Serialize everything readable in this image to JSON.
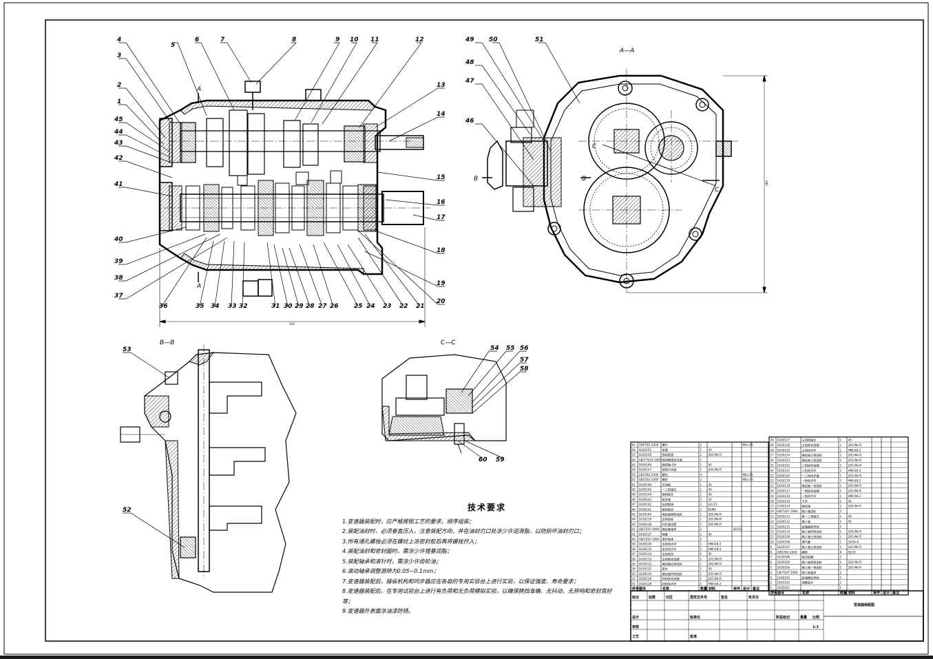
{
  "views": {
    "section_aa": "A—A",
    "section_bb": "B—B",
    "section_cc": "C—C",
    "cut_a": "A",
    "cut_b": "B",
    "cut_c": "C"
  },
  "dims": {
    "overall_length": "340",
    "height_aa": "380"
  },
  "callouts_main": {
    "top": [
      "4",
      "5",
      "6",
      "7",
      "8",
      "9",
      "10",
      "11",
      "12"
    ],
    "left": [
      "3",
      "2",
      "1",
      "45",
      "44",
      "43",
      "42",
      "41",
      "40",
      "39",
      "38",
      "37"
    ],
    "right": [
      "13",
      "14",
      "15",
      "16",
      "17",
      "18",
      "19",
      "20"
    ],
    "bottom": [
      "36",
      "35",
      "34",
      "33",
      "32",
      "31",
      "30",
      "29",
      "28",
      "27",
      "26",
      "25",
      "24",
      "23",
      "22",
      "21"
    ]
  },
  "callouts_aa": [
    "49",
    "50",
    "51",
    "48",
    "47",
    "46"
  ],
  "callouts_bb": [
    "53",
    "52"
  ],
  "callouts_cc": [
    "54",
    "55",
    "56",
    "57",
    "58",
    "60",
    "59"
  ],
  "tech": {
    "title": "技术要求",
    "lines": [
      "1.变速器装配时，应严格按照工艺的要求，顺序组装；",
      "2.装配油封时，必须垂直压入，注意装配方向，并在油封刃口处涂少许润滑脂，以防损坏油封刃口；",
      "3.所有通孔螺栓必须在螺纹上涂密封胶后再将螺栓拧入；",
      "4.装配油封和密封圈时，需涂少许锂基润脂；",
      "5.装配轴承和滚针时，需涂少许齿轮油；",
      "6.滚动轴承调整游隙为0.05~0.1mm；",
      "7.变速器装配后，操纵机构和同步器应在各自的专用实验台上进行实验，以保证强度、寿命要求；",
      "8.变速器装配后，在专用试验台上进行有负荷和无负荷模拟实验，以确保换挡准确、无抖动、无异响和密封良好等；",
      "9.变速器外表面涂油漆防锈。"
    ]
  },
  "bom_left": [
    [
      "61",
      "GB5782-2000",
      "螺钉",
      "1",
      "",
      "",
      "M6×25"
    ],
    [
      "58",
      "1630151",
      "垫圈",
      "1",
      "45",
      "",
      ""
    ],
    [
      "57",
      "1630150",
      "钢球套筒",
      "1",
      "20CrMnTi",
      "",
      ""
    ],
    [
      "56",
      "GB/T7919-1997",
      "钢球套筒定位销",
      "1",
      "",
      "",
      ""
    ],
    [
      "55",
      "1630149",
      "钢球轴卡环",
      "1",
      "45",
      "",
      ""
    ],
    [
      "54",
      "1630147",
      "钢球中间轴",
      "1",
      "20CrMnTi",
      "",
      ""
    ],
    [
      "53",
      "GB5782-2000",
      "螺栓",
      "4",
      "",
      "",
      "M8×25"
    ],
    [
      "52",
      "GB5782-2000",
      "螺栓",
      "2",
      "",
      "",
      "M6×25"
    ],
    [
      "51",
      "1630146",
      "支承板",
      "1",
      "45",
      "",
      ""
    ],
    [
      "50",
      "1630145",
      "一二挡拨叉",
      "1",
      "45",
      "",
      ""
    ],
    [
      "49",
      "1630144",
      "倒档拨叉",
      "1",
      "45",
      "",
      ""
    ],
    [
      "48",
      "1630143",
      "拨叉轴",
      "1",
      "45",
      "",
      ""
    ],
    [
      "47",
      "1630142",
      "自锁钢球",
      "2",
      "GCr15",
      "",
      ""
    ],
    [
      "46",
      "1630141",
      "倒挡拨叉",
      "1",
      "65Mn",
      "",
      ""
    ],
    [
      "45",
      "1630140",
      "输出轴倒档齿轮",
      "1",
      "20CrMnTi",
      "",
      ""
    ],
    [
      "44",
      "1630139",
      "五档齿轮",
      "1",
      "20CrMnTi",
      "",
      ""
    ],
    [
      "43",
      "1630138",
      "同步器齿套",
      "1",
      "20CrMnTi",
      "",
      ""
    ],
    [
      "42",
      "GB/T297-1994",
      "输出轴轴承",
      "2",
      "",
      "30210",
      ""
    ],
    [
      "41",
      "1630137",
      "隔套",
      "1",
      "45",
      "",
      ""
    ],
    [
      "40",
      "GB/T297-1994",
      "滚针轴承",
      "2",
      "",
      "",
      ""
    ],
    [
      "39",
      "1630136",
      "五档同步环",
      "1",
      "HMn58-2",
      "",
      ""
    ],
    [
      "38",
      "1630135",
      "五档同步环",
      "1",
      "HMn58-2",
      "",
      ""
    ],
    [
      "37",
      "1630134",
      "五档拨叉",
      "1",
      "45",
      "",
      ""
    ],
    [
      "36",
      "1630133",
      "五档接合齿圈",
      "1",
      "20CrMnTi",
      "",
      ""
    ],
    [
      "35",
      "1630132",
      "输出轴五档齿轮",
      "1",
      "20CrMnTi",
      "",
      ""
    ],
    [
      "34",
      "1630131",
      "垫片",
      "1",
      "45",
      "",
      ""
    ],
    [
      "33",
      "1630130",
      "输出轴四档齿轮",
      "1",
      "20CrMnTi",
      "",
      ""
    ],
    [
      "32",
      "1630129",
      "四档接合齿圈",
      "1",
      "20CrMnTi",
      "",
      ""
    ],
    [
      "31",
      "1630128",
      "四档同步环",
      "1",
      "HMn58-2",
      "",
      ""
    ]
  ],
  "bom_left_header": [
    "序号",
    "图号",
    "名称",
    "数量",
    "材料",
    "单件",
    "总计",
    "备注"
  ],
  "bom_right": [
    [
      "30",
      "1630127",
      "三四档拨叉",
      "1",
      "45",
      ""
    ],
    [
      "29",
      "1630126",
      "三档接合齿圈",
      "1",
      "20CrMnTi",
      ""
    ],
    [
      "28",
      "1630125",
      "三档同步环",
      "1",
      "HMn58-2",
      ""
    ],
    [
      "27",
      "1630124",
      "输出轴三档齿轮",
      "1",
      "20CrMnTi",
      ""
    ],
    [
      "26",
      "1630123",
      "输出轴二档齿轮",
      "1",
      "20CrMnTi",
      ""
    ],
    [
      "25",
      "1630122",
      "二档接合齿圈",
      "1",
      "20CrMnTi",
      ""
    ],
    [
      "24",
      "1630121",
      "二档同步环",
      "1",
      "HMn58-2",
      ""
    ],
    [
      "23",
      "1630120",
      "一二档同步器",
      "1",
      "20CrMnTi",
      ""
    ],
    [
      "22",
      "1630119",
      "一档同步环",
      "1",
      "HMn58-2",
      ""
    ],
    [
      "21",
      "1630118",
      "输出轴一档齿轮",
      "1",
      "20CrMnTi",
      ""
    ],
    [
      "20",
      "1630117",
      "一档接合齿圈",
      "1",
      "20CrMnTi",
      ""
    ],
    [
      "19",
      "1630116",
      "一档同步环",
      "1",
      "HMn58-2",
      ""
    ],
    [
      "18",
      "1630115",
      "卡环",
      "1",
      "45",
      ""
    ],
    [
      "17",
      "1630114",
      "输出轴",
      "1",
      "20CrMnTi",
      ""
    ],
    [
      "16",
      "GB/T297-1994",
      "输入轴齿轮",
      "2",
      "",
      ""
    ],
    [
      "15",
      "1630113",
      "第一二档拨叉",
      "1",
      "45",
      ""
    ],
    [
      "14",
      "1630112",
      "输入轴",
      "1",
      "45",
      ""
    ],
    [
      "13",
      "1630111",
      "变速器前壳体",
      "1",
      "",
      ""
    ],
    [
      "12",
      "1630110",
      "输入轴四档齿轮",
      "1",
      "20CrMnTi",
      ""
    ],
    [
      "11",
      "1630109",
      "输入轴三档齿轮",
      "1",
      "20CrMnTi",
      ""
    ],
    [
      "10",
      "1630108",
      "通气塞",
      "1",
      "Q235-A",
      ""
    ],
    [
      "9",
      "1630107",
      "输入轴三档齿轮",
      "1",
      "20CrMnTi",
      ""
    ],
    [
      "8",
      "GB5782-2000",
      "螺栓",
      "8",
      "Q235",
      ""
    ],
    [
      "7",
      "1630106",
      "密封垫圈",
      "1",
      "",
      ""
    ],
    [
      "6",
      "1630105",
      "输入轴倒档齿轮",
      "1",
      "20CrMnTi",
      ""
    ],
    [
      "5",
      "1630104",
      "输入轴一档齿轮",
      "1",
      "20CrMnTi",
      ""
    ],
    [
      "4",
      "GB/T297-1994",
      "输入轴轴承",
      "2",
      "",
      ""
    ],
    [
      "3",
      "1630103",
      "变速器后壳体",
      "1",
      "",
      ""
    ],
    [
      "2",
      "1630102",
      "调整垫片",
      "1",
      "",
      ""
    ],
    [
      "1",
      "1630101",
      "",
      "1",
      "",
      ""
    ]
  ],
  "bom_right_header": [
    "序号",
    "图号",
    "名称",
    "数量",
    "材料",
    "单件",
    "总计",
    "备注"
  ],
  "title_block": {
    "drawing_name": "变速器装配图",
    "labels": [
      "标记",
      "处数",
      "分区",
      "更改文件号",
      "签名",
      "年月日",
      "设计",
      "标准化",
      "阶段标记",
      "重量",
      "比例",
      "审核",
      "工艺",
      "批准"
    ],
    "scale": "1:1"
  }
}
